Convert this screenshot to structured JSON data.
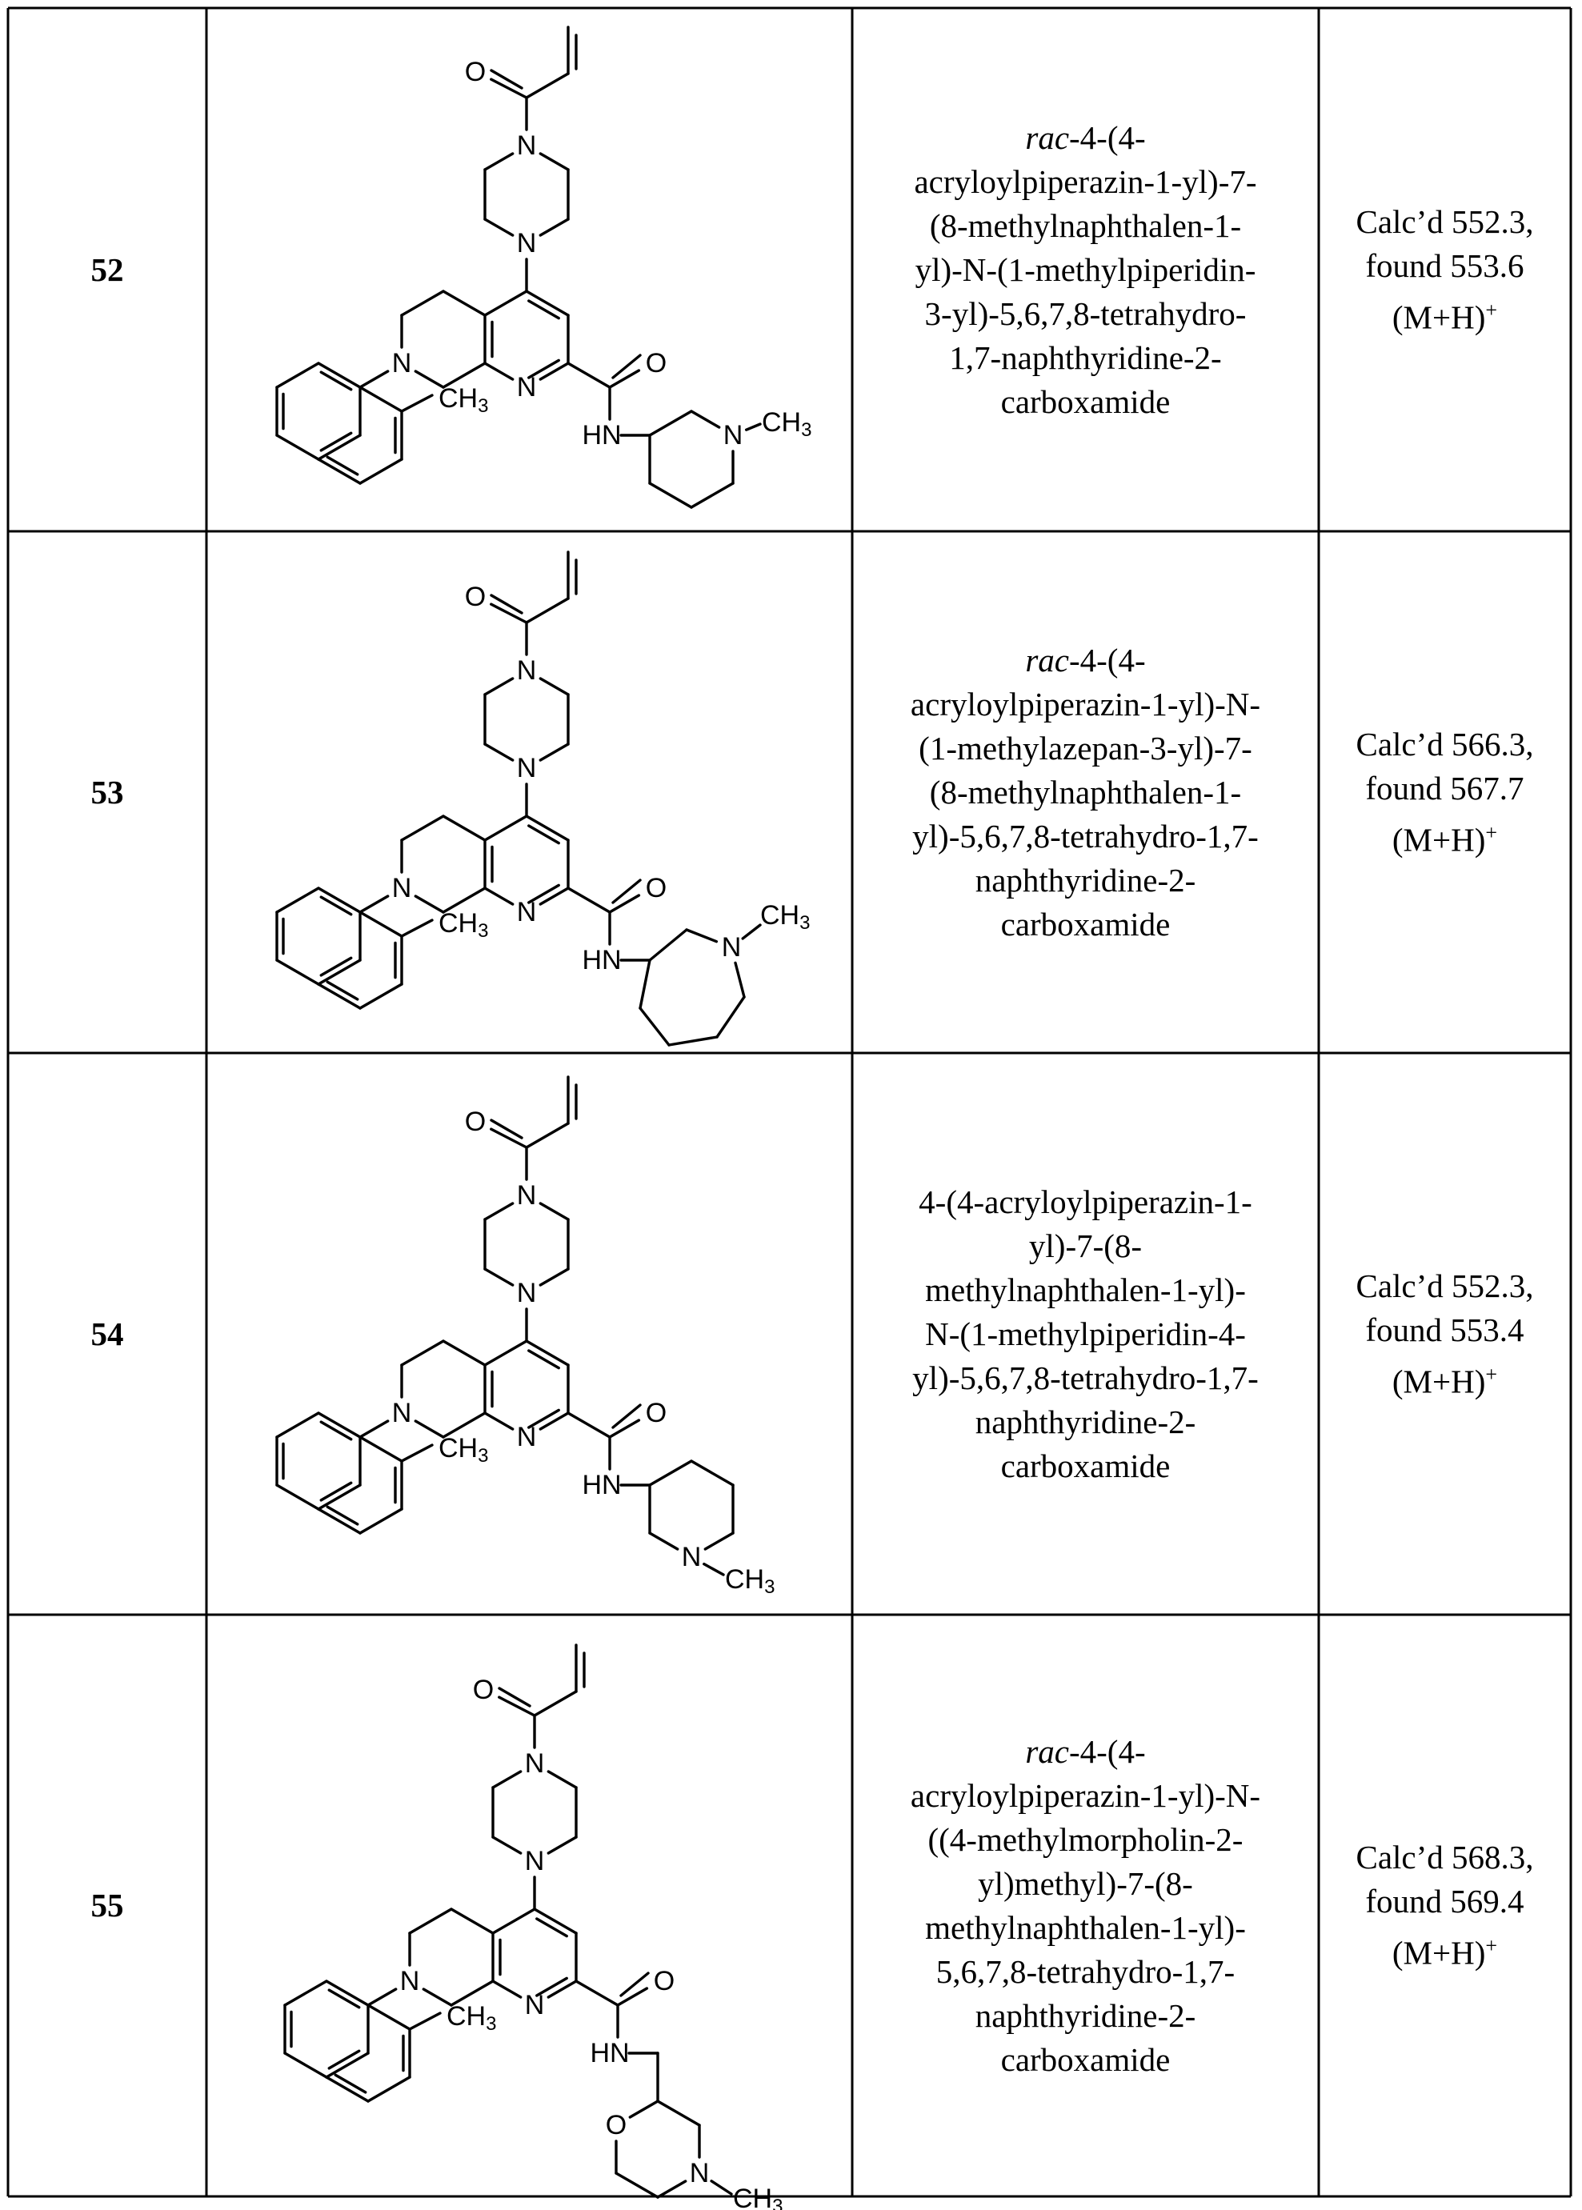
{
  "rows": [
    {
      "id": "52",
      "name_prefix": "rac",
      "name_rest": "-4-(4-\nacryloylpiperazin-1-yl)-7-\n(8-methylnaphthalen-1-\nyl)-N-(1-methylpiperidin-\n3-yl)-5,6,7,8-tetrahydro-\n1,7-naphthyridine-2-\ncarboxamide",
      "ms_calc": "Calc’d 552.3,\nfound 553.6",
      "ms_ion": "(M+H)",
      "ms_charge": "+",
      "amine": "piperidin-3-yl"
    },
    {
      "id": "53",
      "name_prefix": "rac",
      "name_rest": "-4-(4-\nacryloylpiperazin-1-yl)-N-\n(1-methylazepan-3-yl)-7-\n(8-methylnaphthalen-1-\nyl)-5,6,7,8-tetrahydro-1,7-\nnaphthyridine-2-\ncarboxamide",
      "ms_calc": "Calc’d 566.3,\nfound 567.7",
      "ms_ion": "(M+H)",
      "ms_charge": "+",
      "amine": "azepan-3-yl"
    },
    {
      "id": "54",
      "name_prefix": "",
      "name_rest": "4-(4-acryloylpiperazin-1-\nyl)-7-(8-\nmethylnaphthalen-1-yl)-\nN-(1-methylpiperidin-4-\nyl)-5,6,7,8-tetrahydro-1,7-\nnaphthyridine-2-\ncarboxamide",
      "ms_calc": "Calc’d 552.3,\nfound 553.4",
      "ms_ion": "(M+H)",
      "ms_charge": "+",
      "amine": "piperidin-4-yl"
    },
    {
      "id": "55",
      "name_prefix": "rac",
      "name_rest": "-4-(4-\nacryloylpiperazin-1-yl)-N-\n((4-methylmorpholin-2-\nyl)methyl)-7-(8-\nmethylnaphthalen-1-yl)-\n5,6,7,8-tetrahydro-1,7-\nnaphthyridine-2-\ncarboxamide",
      "ms_calc": "Calc’d 568.3,\nfound 569.4",
      "ms_ion": "(M+H)",
      "ms_charge": "+",
      "amine": "morpholin-2-ylmethyl"
    }
  ],
  "atoms": {
    "O": "O",
    "N": "N",
    "HN": "HN",
    "C": "CH",
    "sub3": "3"
  }
}
